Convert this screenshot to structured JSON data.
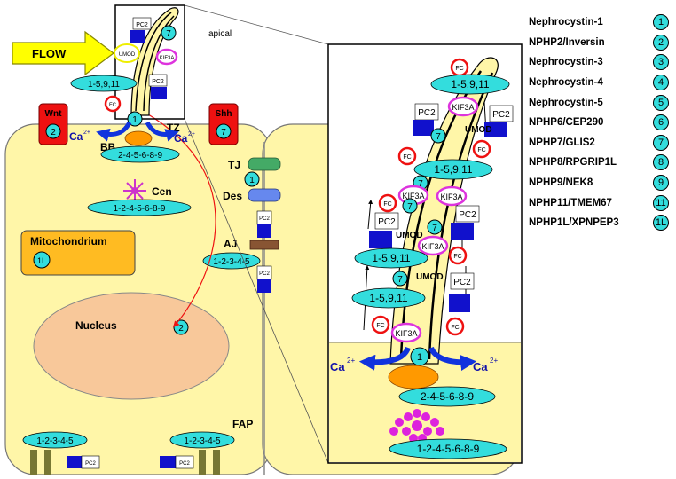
{
  "labels": {
    "flow": "FLOW",
    "apical": "apical",
    "wnt": "Wnt",
    "shh": "Shh",
    "ca": "Ca",
    "ca_sup": "2+",
    "bb": "BB",
    "tz": "TZ",
    "tj": "TJ",
    "des": "Des",
    "aj": "AJ",
    "cen": "Cen",
    "mitochondrium": "Mitochondrium",
    "nucleus": "Nucleus",
    "fap": "FAP",
    "pc2": "PC2",
    "umod": "UMOD",
    "kif3a": "KIF3A",
    "fc": "FC"
  },
  "numbers": {
    "n1": "1",
    "n2": "2",
    "n7": "7",
    "n1l": "1L"
  },
  "complexes": {
    "c1": "1-5,9,11",
    "c2": "2-4-5-6-8-9",
    "c3": "1-2-4-5-6-8-9",
    "c4": "1-2-3-4-5"
  },
  "legend": [
    {
      "label": "Nephrocystin-1",
      "num": "1"
    },
    {
      "label": "NPHP2/Inversin",
      "num": "2"
    },
    {
      "label": "Nephrocystin-3",
      "num": "3"
    },
    {
      "label": "Nephrocystin-4",
      "num": "4"
    },
    {
      "label": "Nephrocystin-5",
      "num": "5"
    },
    {
      "label": "NPHP6/CEP290",
      "num": "6"
    },
    {
      "label": "NPHP7/GLIS2",
      "num": "7"
    },
    {
      "label": "NPHP8/RPGRIP1L",
      "num": "8"
    },
    {
      "label": "NPHP9/NEK8",
      "num": "9"
    },
    {
      "label": "NPHP11/TMEM67",
      "num": "11"
    },
    {
      "label": "NPHP1L/XPNPEP3",
      "num": "1L"
    }
  ],
  "colors": {
    "cell": "#fff6a8",
    "cilium": "#fff6a8",
    "cyan": "#33dddd",
    "blue": "#1111cc",
    "orange": "#ff9900",
    "red": "#ee1111",
    "magenta": "#dd33dd",
    "nucleus": "#f8c89a",
    "mito": "#ffbb22",
    "flow": "#ffff00"
  }
}
